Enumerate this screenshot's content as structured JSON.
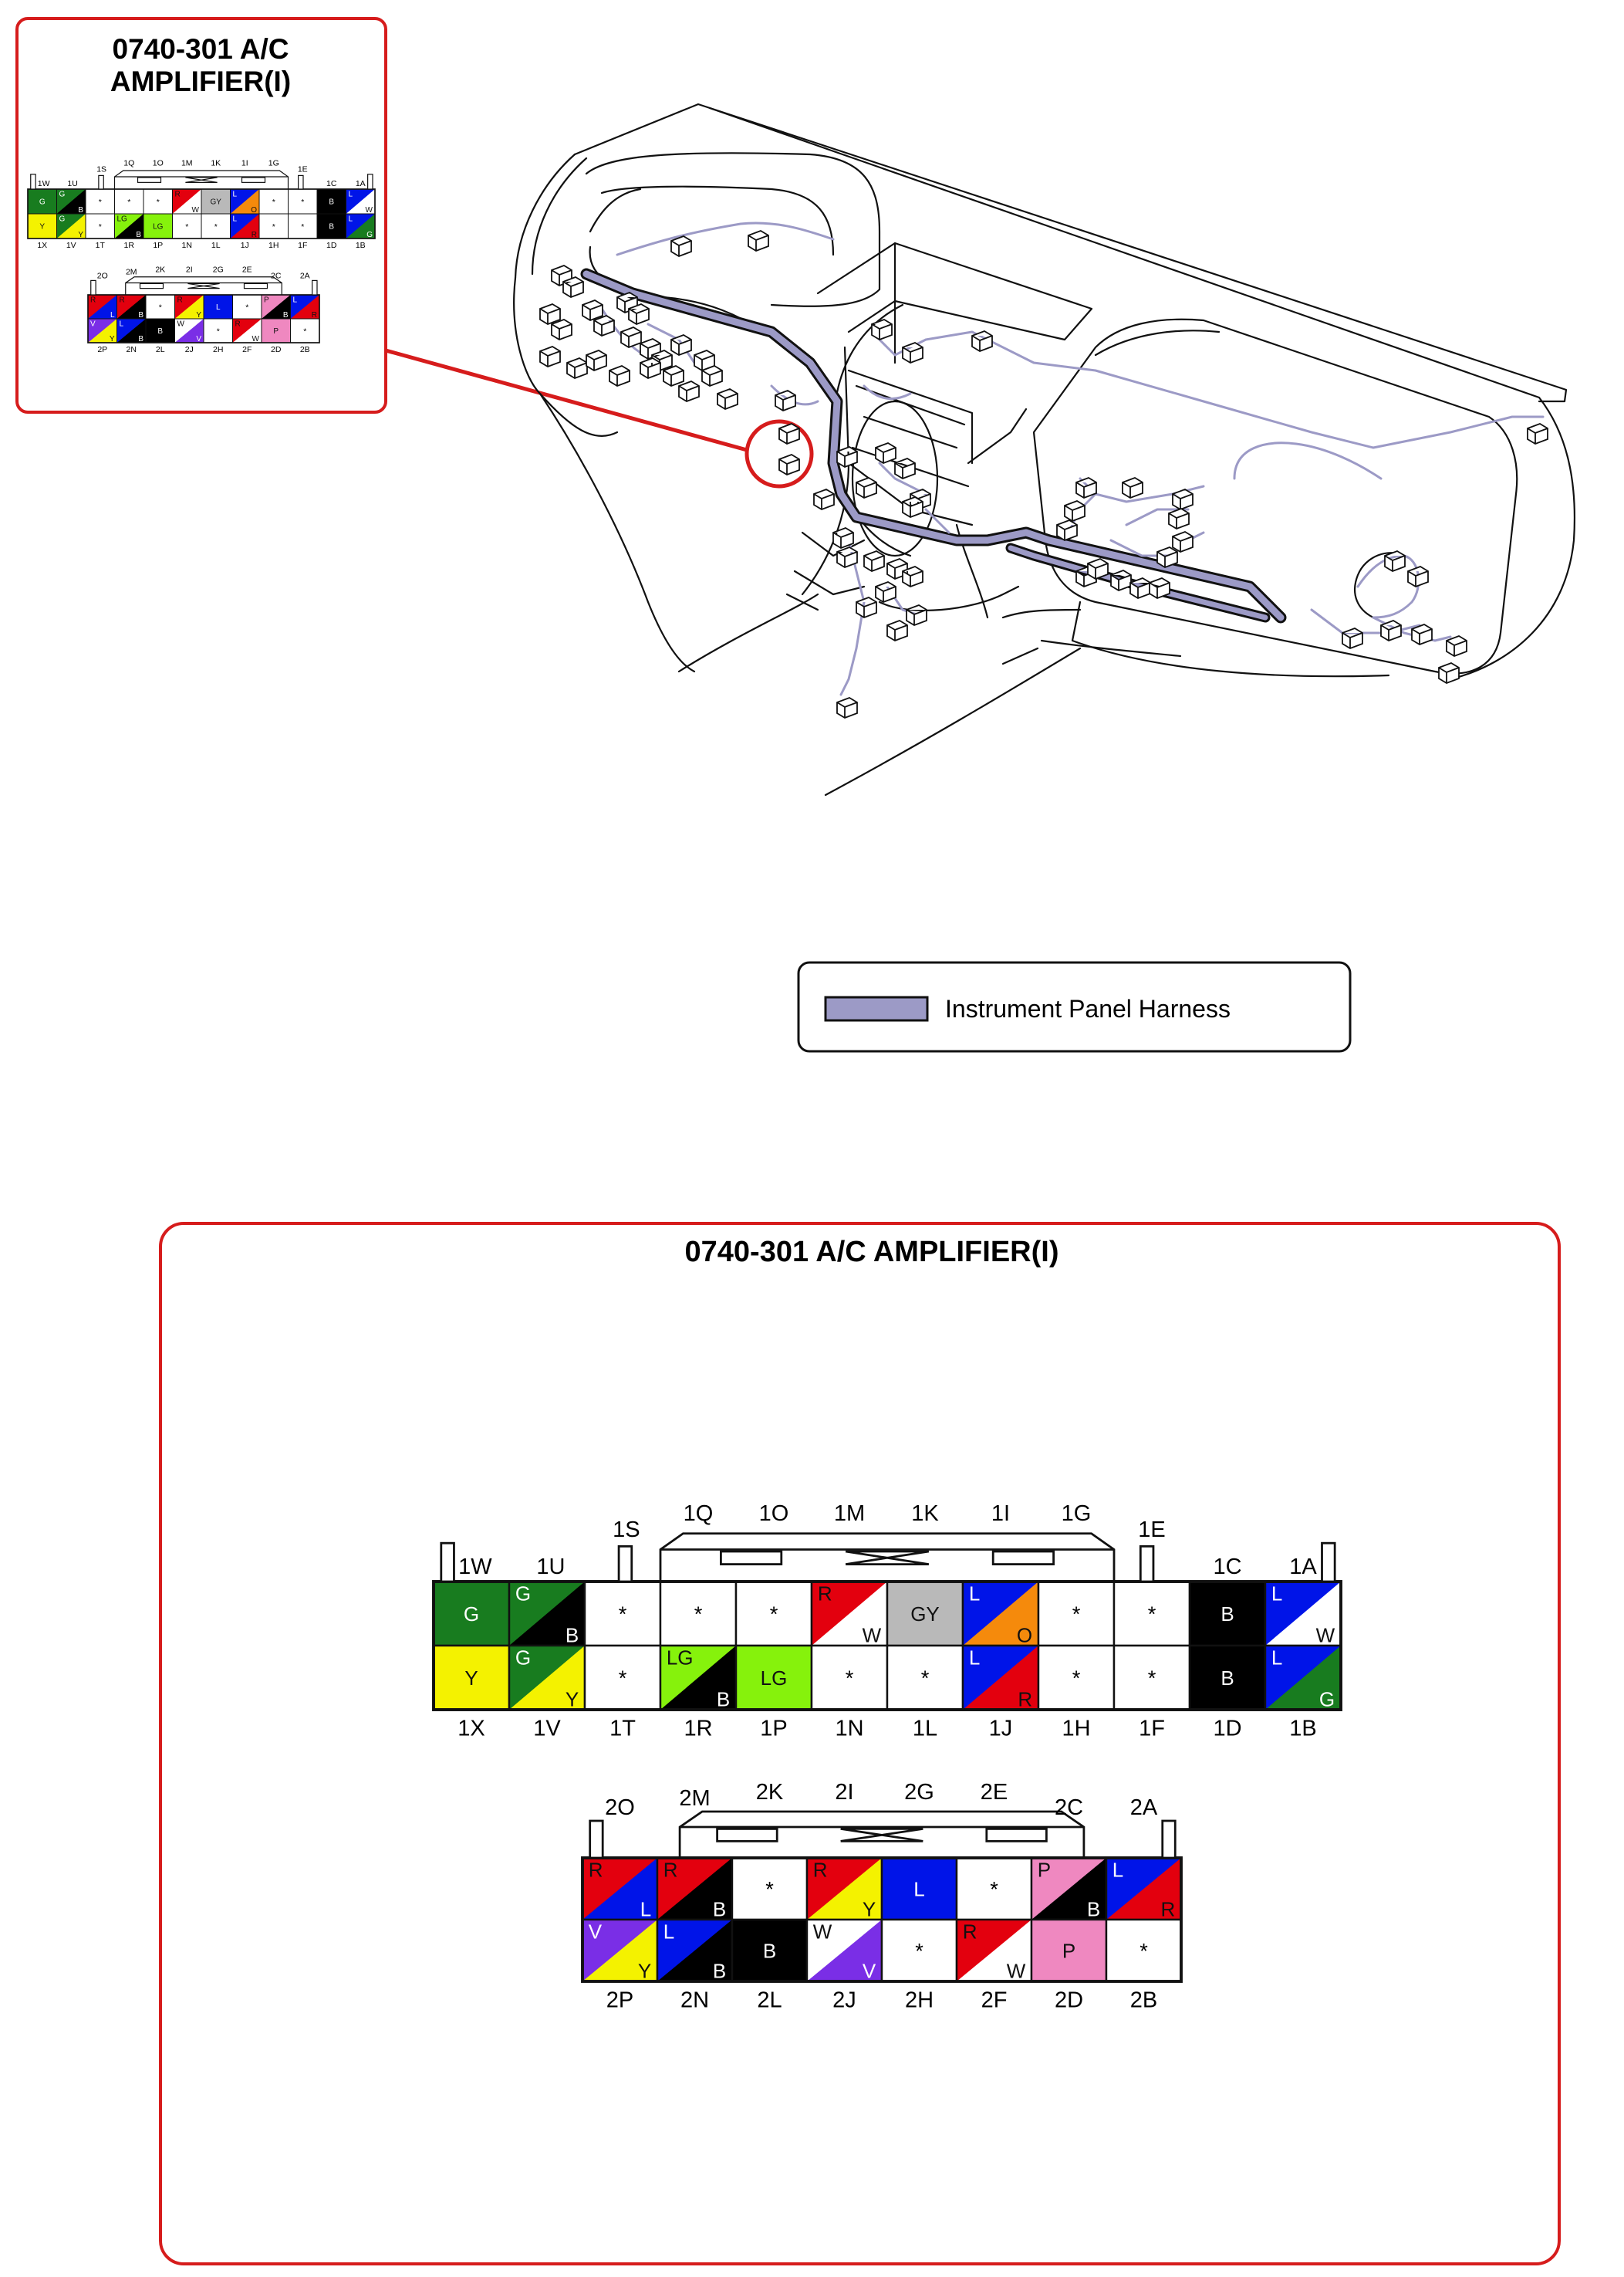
{
  "small_box": {
    "title_line1": "0740-301 A/C",
    "title_line2": "AMPLIFIER(I)"
  },
  "legend": {
    "label": "Instrument Panel Harness",
    "harness_color": "#9c9ac6"
  },
  "large_box": {
    "title": "0740-301 A/C AMPLIFIER(I)"
  },
  "colors": {
    "G": "#187c1f",
    "Y": "#f4f200",
    "B": "#000000",
    "W": "#ffffff",
    "LG": "#86f20c",
    "R": "#e3000e",
    "GY": "#b9b9b9",
    "L": "#0014e8",
    "O": "#f58a0c",
    "P": "#ef88c0",
    "V": "#7a2ee6",
    "frame": "#d61c1c"
  },
  "connector1": {
    "top_labels": [
      "1W",
      "1U",
      "1S",
      "1Q",
      "1O",
      "1M",
      "1K",
      "1I",
      "1G",
      "1E",
      "1C",
      "1A"
    ],
    "bottom_labels": [
      "1X",
      "1V",
      "1T",
      "1R",
      "1P",
      "1N",
      "1L",
      "1J",
      "1H",
      "1F",
      "1D",
      "1B"
    ],
    "row1": [
      {
        "a": "G"
      },
      {
        "a": "G",
        "b": "B"
      },
      {
        "a": "*"
      },
      {
        "a": "*"
      },
      {
        "a": "*"
      },
      {
        "a": "R",
        "b": "W"
      },
      {
        "a": "GY"
      },
      {
        "a": "L",
        "b": "O"
      },
      {
        "a": "*"
      },
      {
        "a": "*"
      },
      {
        "a": "B"
      },
      {
        "a": "L",
        "b": "W"
      }
    ],
    "row2": [
      {
        "a": "Y"
      },
      {
        "a": "G",
        "b": "Y"
      },
      {
        "a": "*"
      },
      {
        "a": "LG",
        "b": "B"
      },
      {
        "a": "LG"
      },
      {
        "a": "*"
      },
      {
        "a": "*"
      },
      {
        "a": "L",
        "b": "R"
      },
      {
        "a": "*"
      },
      {
        "a": "*"
      },
      {
        "a": "B"
      },
      {
        "a": "L",
        "b": "G"
      }
    ]
  },
  "connector2": {
    "top_labels": [
      "2O",
      "2M",
      "2K",
      "2I",
      "2G",
      "2E",
      "2C",
      "2A"
    ],
    "bottom_labels": [
      "2P",
      "2N",
      "2L",
      "2J",
      "2H",
      "2F",
      "2D",
      "2B"
    ],
    "row1": [
      {
        "a": "R",
        "b": "L"
      },
      {
        "a": "R",
        "b": "B"
      },
      {
        "a": "*"
      },
      {
        "a": "R",
        "b": "Y"
      },
      {
        "a": "L"
      },
      {
        "a": "*"
      },
      {
        "a": "P",
        "b": "B"
      },
      {
        "a": "L",
        "b": "R"
      }
    ],
    "row2": [
      {
        "a": "V",
        "b": "Y"
      },
      {
        "a": "L",
        "b": "B"
      },
      {
        "a": "B"
      },
      {
        "a": "W",
        "b": "V"
      },
      {
        "a": "*"
      },
      {
        "a": "R",
        "b": "W"
      },
      {
        "a": "P"
      },
      {
        "a": "*"
      }
    ]
  }
}
